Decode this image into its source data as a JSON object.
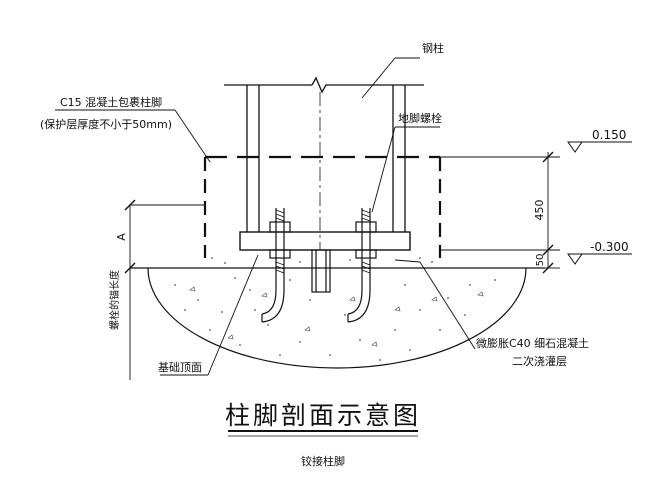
{
  "labels": {
    "steel_column": "钢柱",
    "c15_line1": "C15 混凝土包裹柱脚",
    "c15_line2": "(保护层厚度不小于50mm)",
    "anchor_bolt": "地脚螺栓",
    "foundation_top": "基础顶面",
    "grout_line1": "微膨胀C40 细石混凝土",
    "grout_line2": "二次浇灌层",
    "anchor_length": "螺栓的锚长度",
    "dim_a": "A",
    "dim_450": "450",
    "dim_50": "50",
    "elev_top": "0.150",
    "elev_bottom": "-0.300"
  },
  "title": "柱脚剖面示意图",
  "subtitle": "铰接柱脚"
}
